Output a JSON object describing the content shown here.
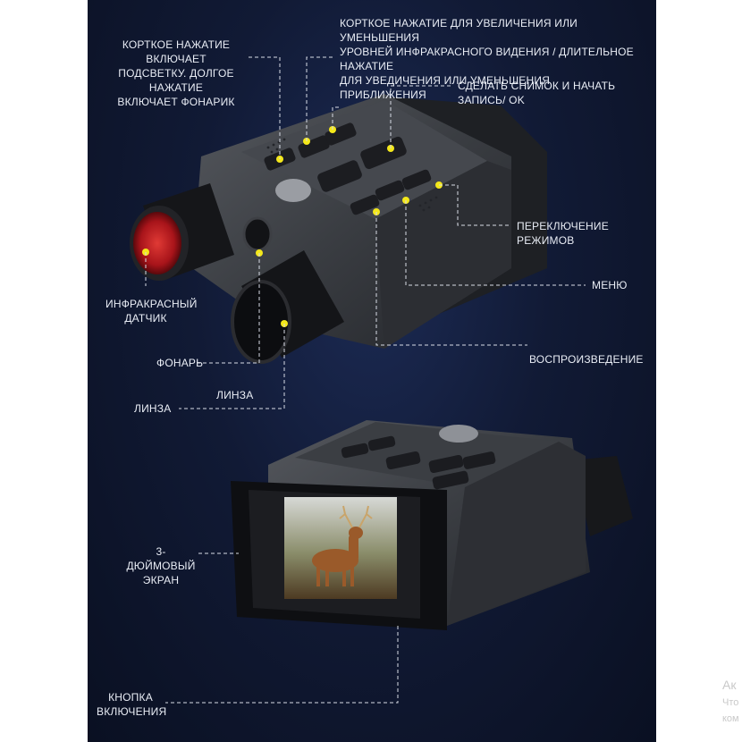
{
  "colors": {
    "background": "#0f1730",
    "label_text": "#e9edf5",
    "marker": "#f4e81a",
    "device_body": "#3c3f44",
    "device_dark": "#1b1c1f",
    "ir_lens": "#b3151a"
  },
  "labels": {
    "zoom_ir": "Корткое нажатие для увеличения или уменьшения\nуровней инфракрасного видения / длительное нажатие\nдля уведичения или уменьшения приближения",
    "backlight": "Корткое нажатие включает\nподсветку. Долгое нажатие\nвключает фонарик",
    "snapshot": "Сделать снимок  и начать запись/ OK",
    "mode_switch": "Переключение режимов",
    "menu": "Меню",
    "ir_sensor": "Инфракрасный\nдатчик",
    "flashlight": "Фонарь",
    "lens_top": "Линза",
    "lens_left": "Линза",
    "playback": "Воспроизведение",
    "screen": "3-дюймовый\nэкран",
    "power_button": "Кнопка\nвключения"
  },
  "watermark": {
    "line1": "Ак",
    "line2": "Что",
    "line3": "ком"
  }
}
